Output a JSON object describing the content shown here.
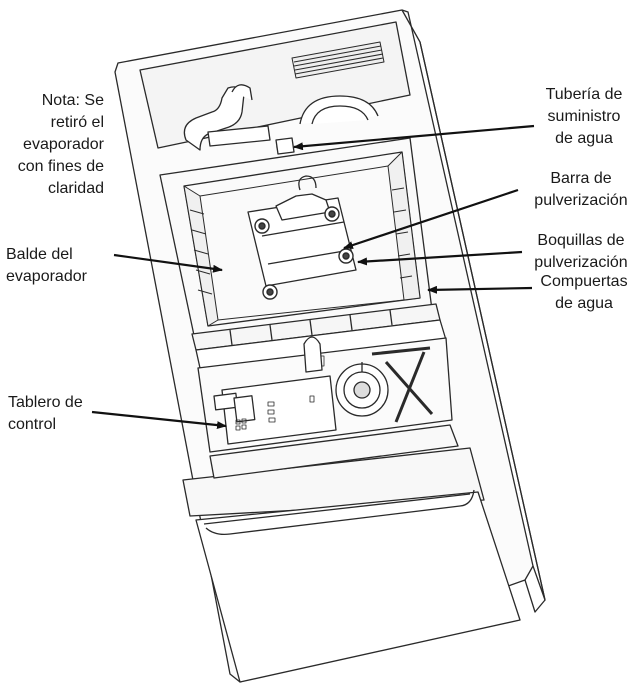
{
  "labels": {
    "note": "Nota: Se\nretiró el\nevaporador\ncon fines de\nclaridad",
    "bucket": "Balde del\nevaporador",
    "control_panel": "Tablero de\ncontrol",
    "water_pipe": "Tubería de\nsuministro\nde agua",
    "spray_bar": "Barra de\npulverización",
    "spray_nozzles": "Boquillas de\npulverización",
    "water_gates": "Compuertas\nde agua"
  },
  "colors": {
    "line": "#2a2a2a",
    "arrow": "#111111",
    "text": "#1a1a1a"
  }
}
